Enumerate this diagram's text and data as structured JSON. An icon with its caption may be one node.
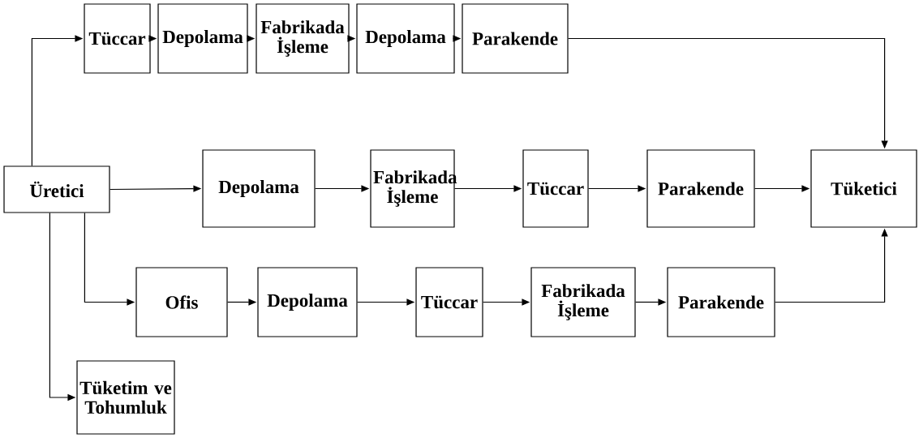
{
  "diagram": {
    "nodes": [
      {
        "text": [
          "Üretici"
        ]
      },
      {
        "text": [
          "Tüccar"
        ]
      },
      {
        "text": [
          "Depolama"
        ]
      },
      {
        "text": [
          "Fabrikada İşleme"
        ]
      },
      {
        "text": [
          "Depolama"
        ]
      },
      {
        "text": [
          "Parakende"
        ]
      },
      {
        "text": [
          "Tüketici"
        ]
      },
      {
        "text": [
          "Depolama"
        ]
      },
      {
        "text": [
          "Fabrikada İşleme"
        ]
      },
      {
        "text": [
          "Tüccar"
        ]
      },
      {
        "text": [
          "Parakende"
        ]
      },
      {
        "text": [
          "Ofis"
        ]
      },
      {
        "text": [
          "Depolama"
        ]
      },
      {
        "text": [
          "Tüccar"
        ]
      },
      {
        "text": [
          "Fabrikada İşleme"
        ]
      },
      {
        "text": [
          "Parakende"
        ]
      },
      {
        "text": [
          "Tüketim ve Tohumluk"
        ]
      }
    ],
    "edges": [
      {
        "from": 0,
        "to": 1,
        "arrow": "to"
      },
      {
        "from": 1,
        "to": 2,
        "arrow": "to"
      },
      {
        "from": 2,
        "to": 3,
        "arrow": "to"
      },
      {
        "from": 3,
        "to": 4,
        "arrow": "to"
      },
      {
        "from": 4,
        "to": 5,
        "arrow": "to"
      },
      {
        "from": 5,
        "to": 6,
        "arrow": "to"
      },
      {
        "from": 0,
        "to": 7,
        "arrow": "to"
      },
      {
        "from": 7,
        "to": 8,
        "arrow": "to"
      },
      {
        "from": 8,
        "to": 9,
        "arrow": "to"
      },
      {
        "from": 9,
        "to": 10,
        "arrow": "to"
      },
      {
        "from": 10,
        "to": 6,
        "arrow": "to"
      },
      {
        "from": 0,
        "to": 11,
        "arrow": "to"
      },
      {
        "from": 11,
        "to": 12,
        "arrow": "to"
      },
      {
        "from": 12,
        "to": 13,
        "arrow": "to"
      },
      {
        "from": 13,
        "to": 14,
        "arrow": "to"
      },
      {
        "from": 14,
        "to": 15,
        "arrow": "to"
      },
      {
        "from": 15,
        "to": 6,
        "arrow": "to"
      },
      {
        "from": 0,
        "to": 16,
        "arrow": "to"
      }
    ]
  }
}
